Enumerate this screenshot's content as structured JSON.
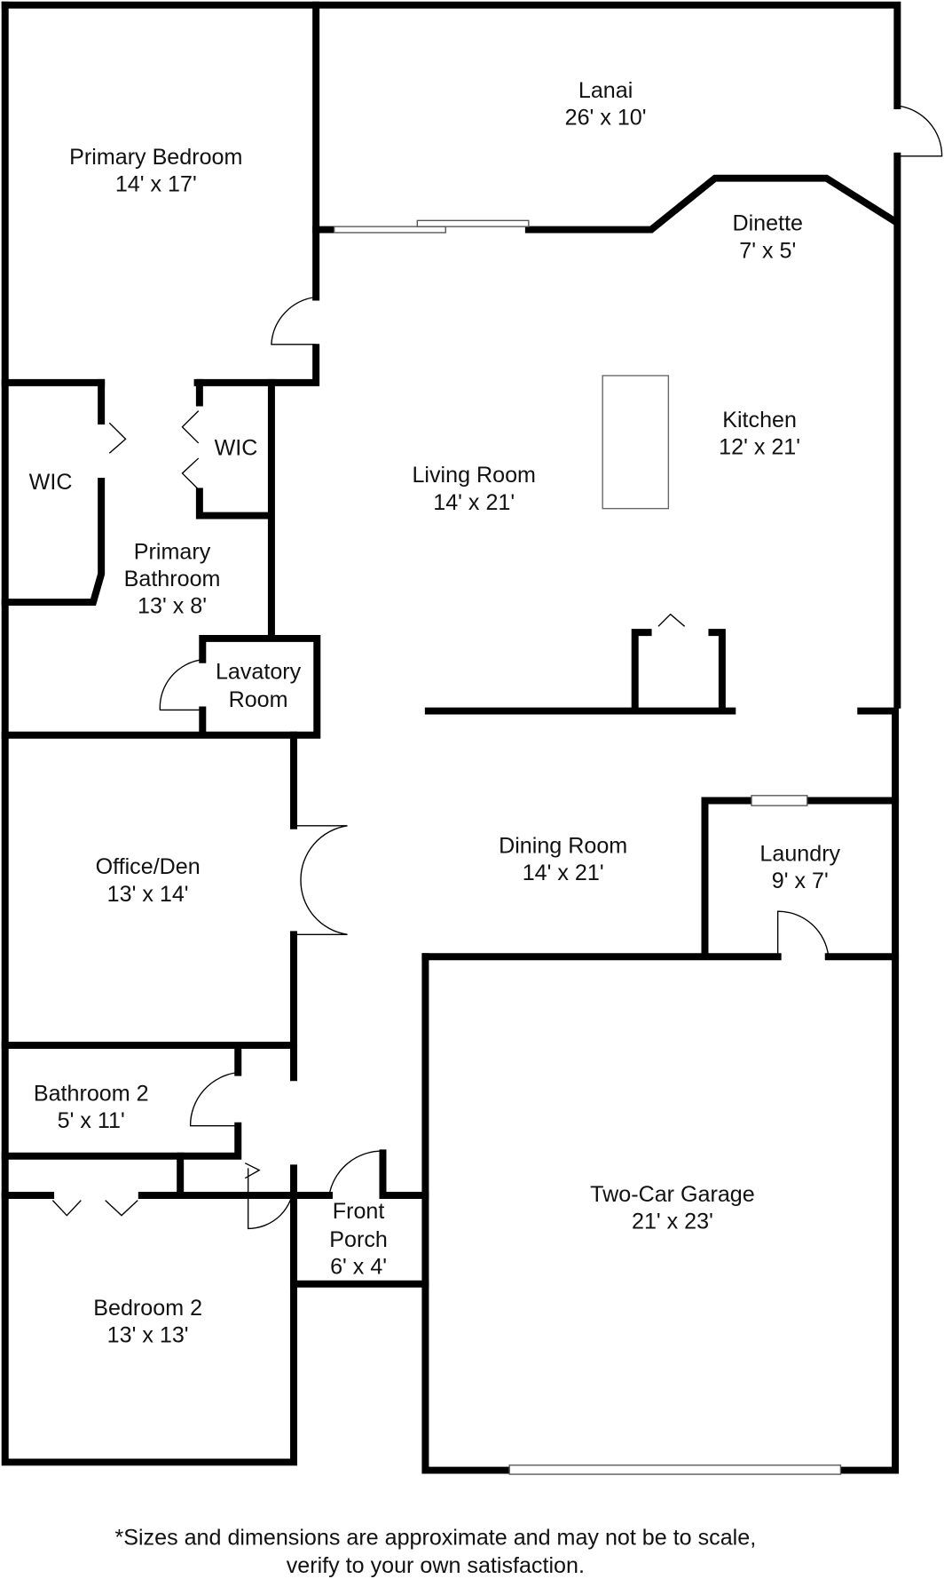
{
  "rooms": {
    "lanai": {
      "name": "Lanai",
      "size": "26' x 10'"
    },
    "primary_bedroom": {
      "name": "Primary Bedroom",
      "size": "14' x 17'"
    },
    "dinette": {
      "name": "Dinette",
      "size": "7' x 5'"
    },
    "kitchen": {
      "name": "Kitchen",
      "size": "12' x 21'"
    },
    "living_room": {
      "name": "Living Room",
      "size": "14' x 21'"
    },
    "wic_left": {
      "name": "WIC"
    },
    "wic_right": {
      "name": "WIC"
    },
    "primary_bathroom": {
      "name1": "Primary",
      "name2": "Bathroom",
      "size": "13' x 8'"
    },
    "lavatory": {
      "name1": "Lavatory",
      "name2": "Room"
    },
    "office": {
      "name": "Office/Den",
      "size": "13' x 14'"
    },
    "dining_room": {
      "name": "Dining Room",
      "size": "14' x 21'"
    },
    "laundry": {
      "name": "Laundry",
      "size": "9' x 7'"
    },
    "bathroom2": {
      "name": "Bathroom 2",
      "size": "5' x 11'"
    },
    "front_porch": {
      "name1": "Front",
      "name2": "Porch",
      "size": "6' x 4'"
    },
    "garage": {
      "name": "Two-Car Garage",
      "size": "21' x 23'"
    },
    "bedroom2": {
      "name": "Bedroom 2",
      "size": "13' x 13'"
    }
  },
  "disclaimer": {
    "line1": "*Sizes and dimensions are approximate and may not be to scale,",
    "line2": "verify to your own satisfaction."
  }
}
